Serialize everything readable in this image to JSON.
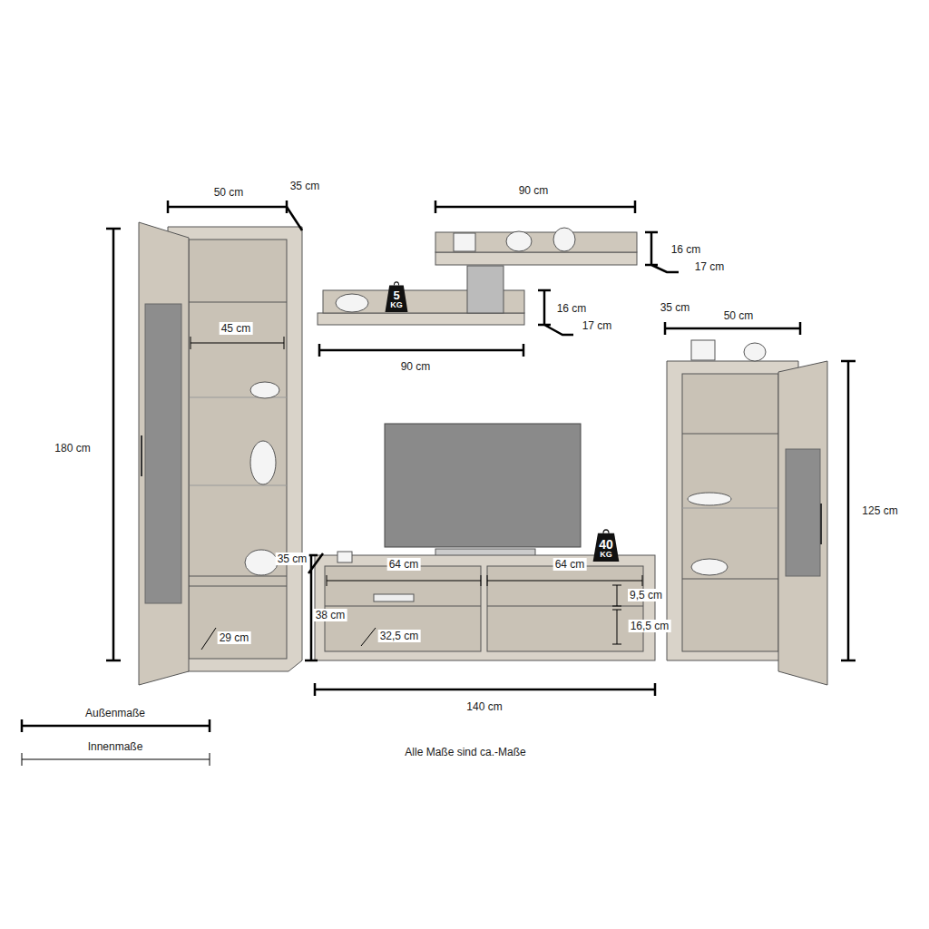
{
  "diagram": {
    "caption": "Alle Maße sind ca.-Maße",
    "nodes": [
      {
        "text": [
          "5",
          "KG"
        ]
      },
      {
        "text": [
          "40",
          "KG"
        ]
      }
    ],
    "labels": [
      "50 cm",
      "35 cm",
      "45 cm",
      "180 cm",
      "29 cm",
      "90 cm",
      "16 cm",
      "17 cm",
      "16 cm",
      "17 cm",
      "90 cm",
      "35 cm",
      "50 cm",
      "125 cm",
      "35 cm",
      "64 cm",
      "64 cm",
      "38 cm",
      "9,5 cm",
      "32,5 cm",
      "16,5 cm",
      "140 cm"
    ],
    "legend": [
      {
        "text": "Außenmaße"
      },
      {
        "text": "Innenmaße"
      }
    ]
  }
}
